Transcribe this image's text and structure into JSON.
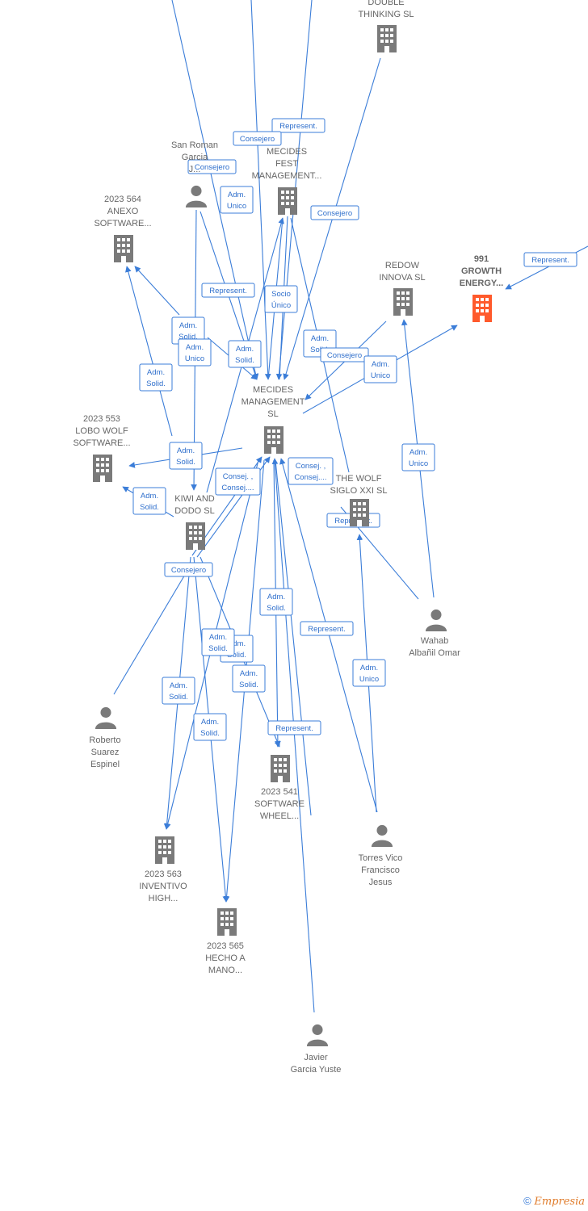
{
  "colors": {
    "edge": "#3b7dd8",
    "node_gray": "#7a7a7a",
    "node_focus": "#ff5a2c"
  },
  "nodes": [
    {
      "id": "double",
      "kind": "company",
      "lines": [
        "DOUBLE",
        "THINKING SL"
      ]
    },
    {
      "id": "mecfest",
      "kind": "company",
      "lines": [
        "MECIDES",
        "FEST",
        "MANAGEMENT..."
      ]
    },
    {
      "id": "sanroman",
      "kind": "person",
      "lines": [
        "San Roman",
        "Garcia",
        "J..."
      ]
    },
    {
      "id": "anexo",
      "kind": "company",
      "lines": [
        "2023 564",
        "ANEXO",
        "SOFTWARE..."
      ]
    },
    {
      "id": "growth",
      "kind": "company",
      "focus": true,
      "lines": [
        "991",
        "GROWTH",
        "ENERGY..."
      ]
    },
    {
      "id": "redow",
      "kind": "company",
      "lines": [
        "REDOW",
        "INNOVA  SL"
      ]
    },
    {
      "id": "mecmain",
      "kind": "company",
      "lines": [
        "MECIDES",
        "MANAGEMENT",
        "SL"
      ]
    },
    {
      "id": "lobo",
      "kind": "company",
      "lines": [
        "2023 553",
        "LOBO WOLF",
        "SOFTWARE..."
      ]
    },
    {
      "id": "kiwi",
      "kind": "company",
      "lines": [
        "KIWI AND",
        "DODO  SL"
      ]
    },
    {
      "id": "wolf",
      "kind": "company",
      "lines": [
        "THE WOLF",
        "SIGLO XXI  SL"
      ]
    },
    {
      "id": "wahab",
      "kind": "person",
      "lines": [
        "Wahab",
        "Albañil Omar"
      ]
    },
    {
      "id": "roberto",
      "kind": "person",
      "lines": [
        "Roberto",
        "Suarez",
        "Espinel"
      ]
    },
    {
      "id": "s541",
      "kind": "company",
      "lines": [
        "2023 541",
        "SOFTWARE",
        "WHEEL..."
      ]
    },
    {
      "id": "torres",
      "kind": "person",
      "lines": [
        "Torres Vico",
        "Francisco",
        "Jesus"
      ]
    },
    {
      "id": "s563",
      "kind": "company",
      "lines": [
        "2023 563",
        "INVENTIVO",
        "HIGH..."
      ]
    },
    {
      "id": "s565",
      "kind": "company",
      "lines": [
        "2023 565",
        "HECHO A",
        "MANO..."
      ]
    },
    {
      "id": "javier",
      "kind": "person",
      "lines": [
        "Javier",
        "Garcia Yuste"
      ]
    }
  ],
  "edge_labels": [
    [
      "Represent."
    ],
    [
      "Consejero"
    ],
    [
      "Consejero"
    ],
    [
      "Adm.",
      "Unico"
    ],
    [
      "Consejero"
    ],
    [
      "Represent."
    ],
    [
      "Represent."
    ],
    [
      "Socio",
      "Único"
    ],
    [
      "Adm.",
      "Solid."
    ],
    [
      "Adm.",
      "Unico"
    ],
    [
      "Adm.",
      "Solid."
    ],
    [
      "Adm.",
      "Solid."
    ],
    [
      "Adm.",
      "Solid."
    ],
    [
      "Consejero"
    ],
    [
      "Adm.",
      "Unico"
    ],
    [
      "Adm.",
      "Solid."
    ],
    [
      "Consej. ,",
      "Consej...."
    ],
    [
      "Consej. ,",
      "Consej...."
    ],
    [
      "Adm.",
      "Solid."
    ],
    [
      "Represent."
    ],
    [
      "Adm.",
      "Unico"
    ],
    [
      "Consejero"
    ],
    [
      "Adm.",
      "Solid."
    ],
    [
      "Represent."
    ],
    [
      "Adm.",
      "Solid."
    ],
    [
      "Adm.",
      "Solid."
    ],
    [
      "Adm.",
      "Solid."
    ],
    [
      "Adm.",
      "Solid."
    ],
    [
      "Adm.",
      "Unico"
    ],
    [
      "Adm.",
      "Solid."
    ],
    [
      "Represent."
    ]
  ],
  "footer": {
    "copyright": "©",
    "brand": "Empresia"
  }
}
